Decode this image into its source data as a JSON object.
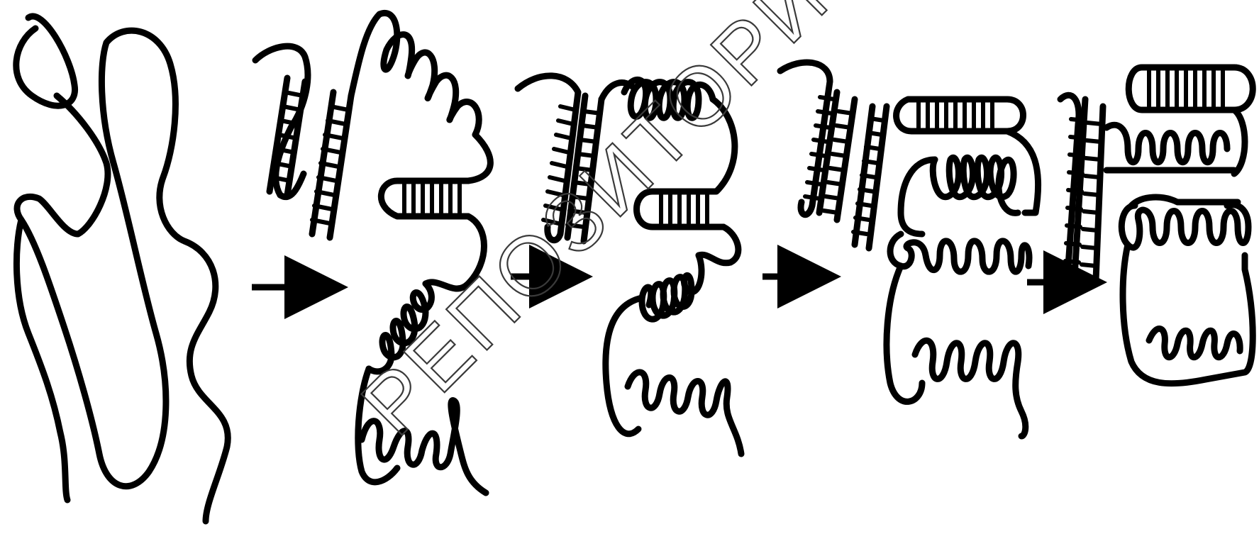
{
  "diagram": {
    "stages": [
      {
        "id": "stage-1",
        "description": "random-coil"
      },
      {
        "id": "stage-2",
        "description": "secondary-structure-elements"
      },
      {
        "id": "stage-3",
        "description": "partial-folding"
      },
      {
        "id": "stage-4",
        "description": "compact-intermediate"
      },
      {
        "id": "stage-5",
        "description": "folded-structure"
      }
    ],
    "arrows": 4,
    "line_color": "#000000",
    "background": "#ffffff"
  },
  "watermark": {
    "text": "РЕПОЗИТОРИЙ БГПУ",
    "color": "#3a3a3a"
  }
}
